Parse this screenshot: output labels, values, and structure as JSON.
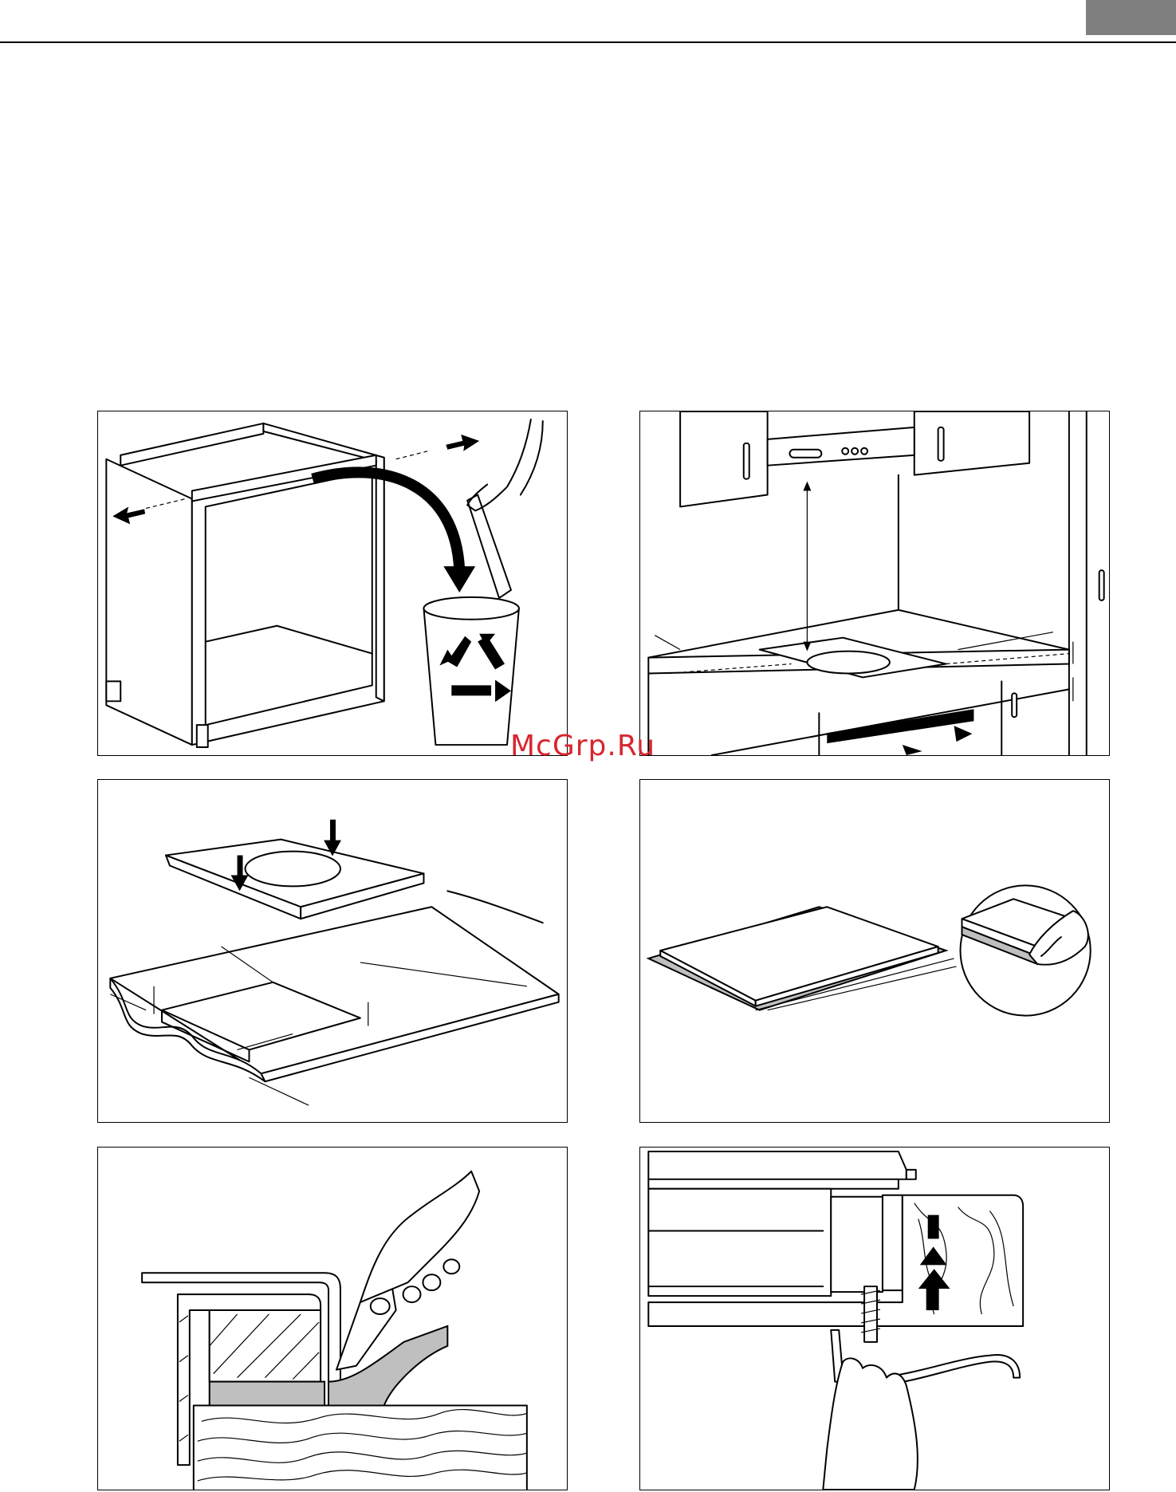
{
  "header": {
    "tab_color": "#7f7f7f",
    "rule_color": "#000000"
  },
  "watermark": {
    "text": "McGrp.Ru",
    "color": "#d8262e"
  },
  "figures": [
    {
      "name": "cabinet-strip-removal",
      "icons": [
        "recycle-bin-icon",
        "hand-icon",
        "arrow-icon"
      ]
    },
    {
      "name": "kitchen-clearances",
      "icons": [
        "extractor-hood-icon",
        "dimension-arrow-icon"
      ]
    },
    {
      "name": "worktop-cutout",
      "icons": [
        "hob-icon",
        "arrow-down-icon"
      ]
    },
    {
      "name": "seal-application",
      "icons": [
        "hob-icon",
        "hand-icon"
      ]
    },
    {
      "name": "seal-trimming",
      "icons": [
        "knife-icon",
        "hand-icon"
      ]
    },
    {
      "name": "bracket-fixing",
      "icons": [
        "screw-icon",
        "bracket-icon",
        "arrow-up-icon"
      ]
    }
  ]
}
